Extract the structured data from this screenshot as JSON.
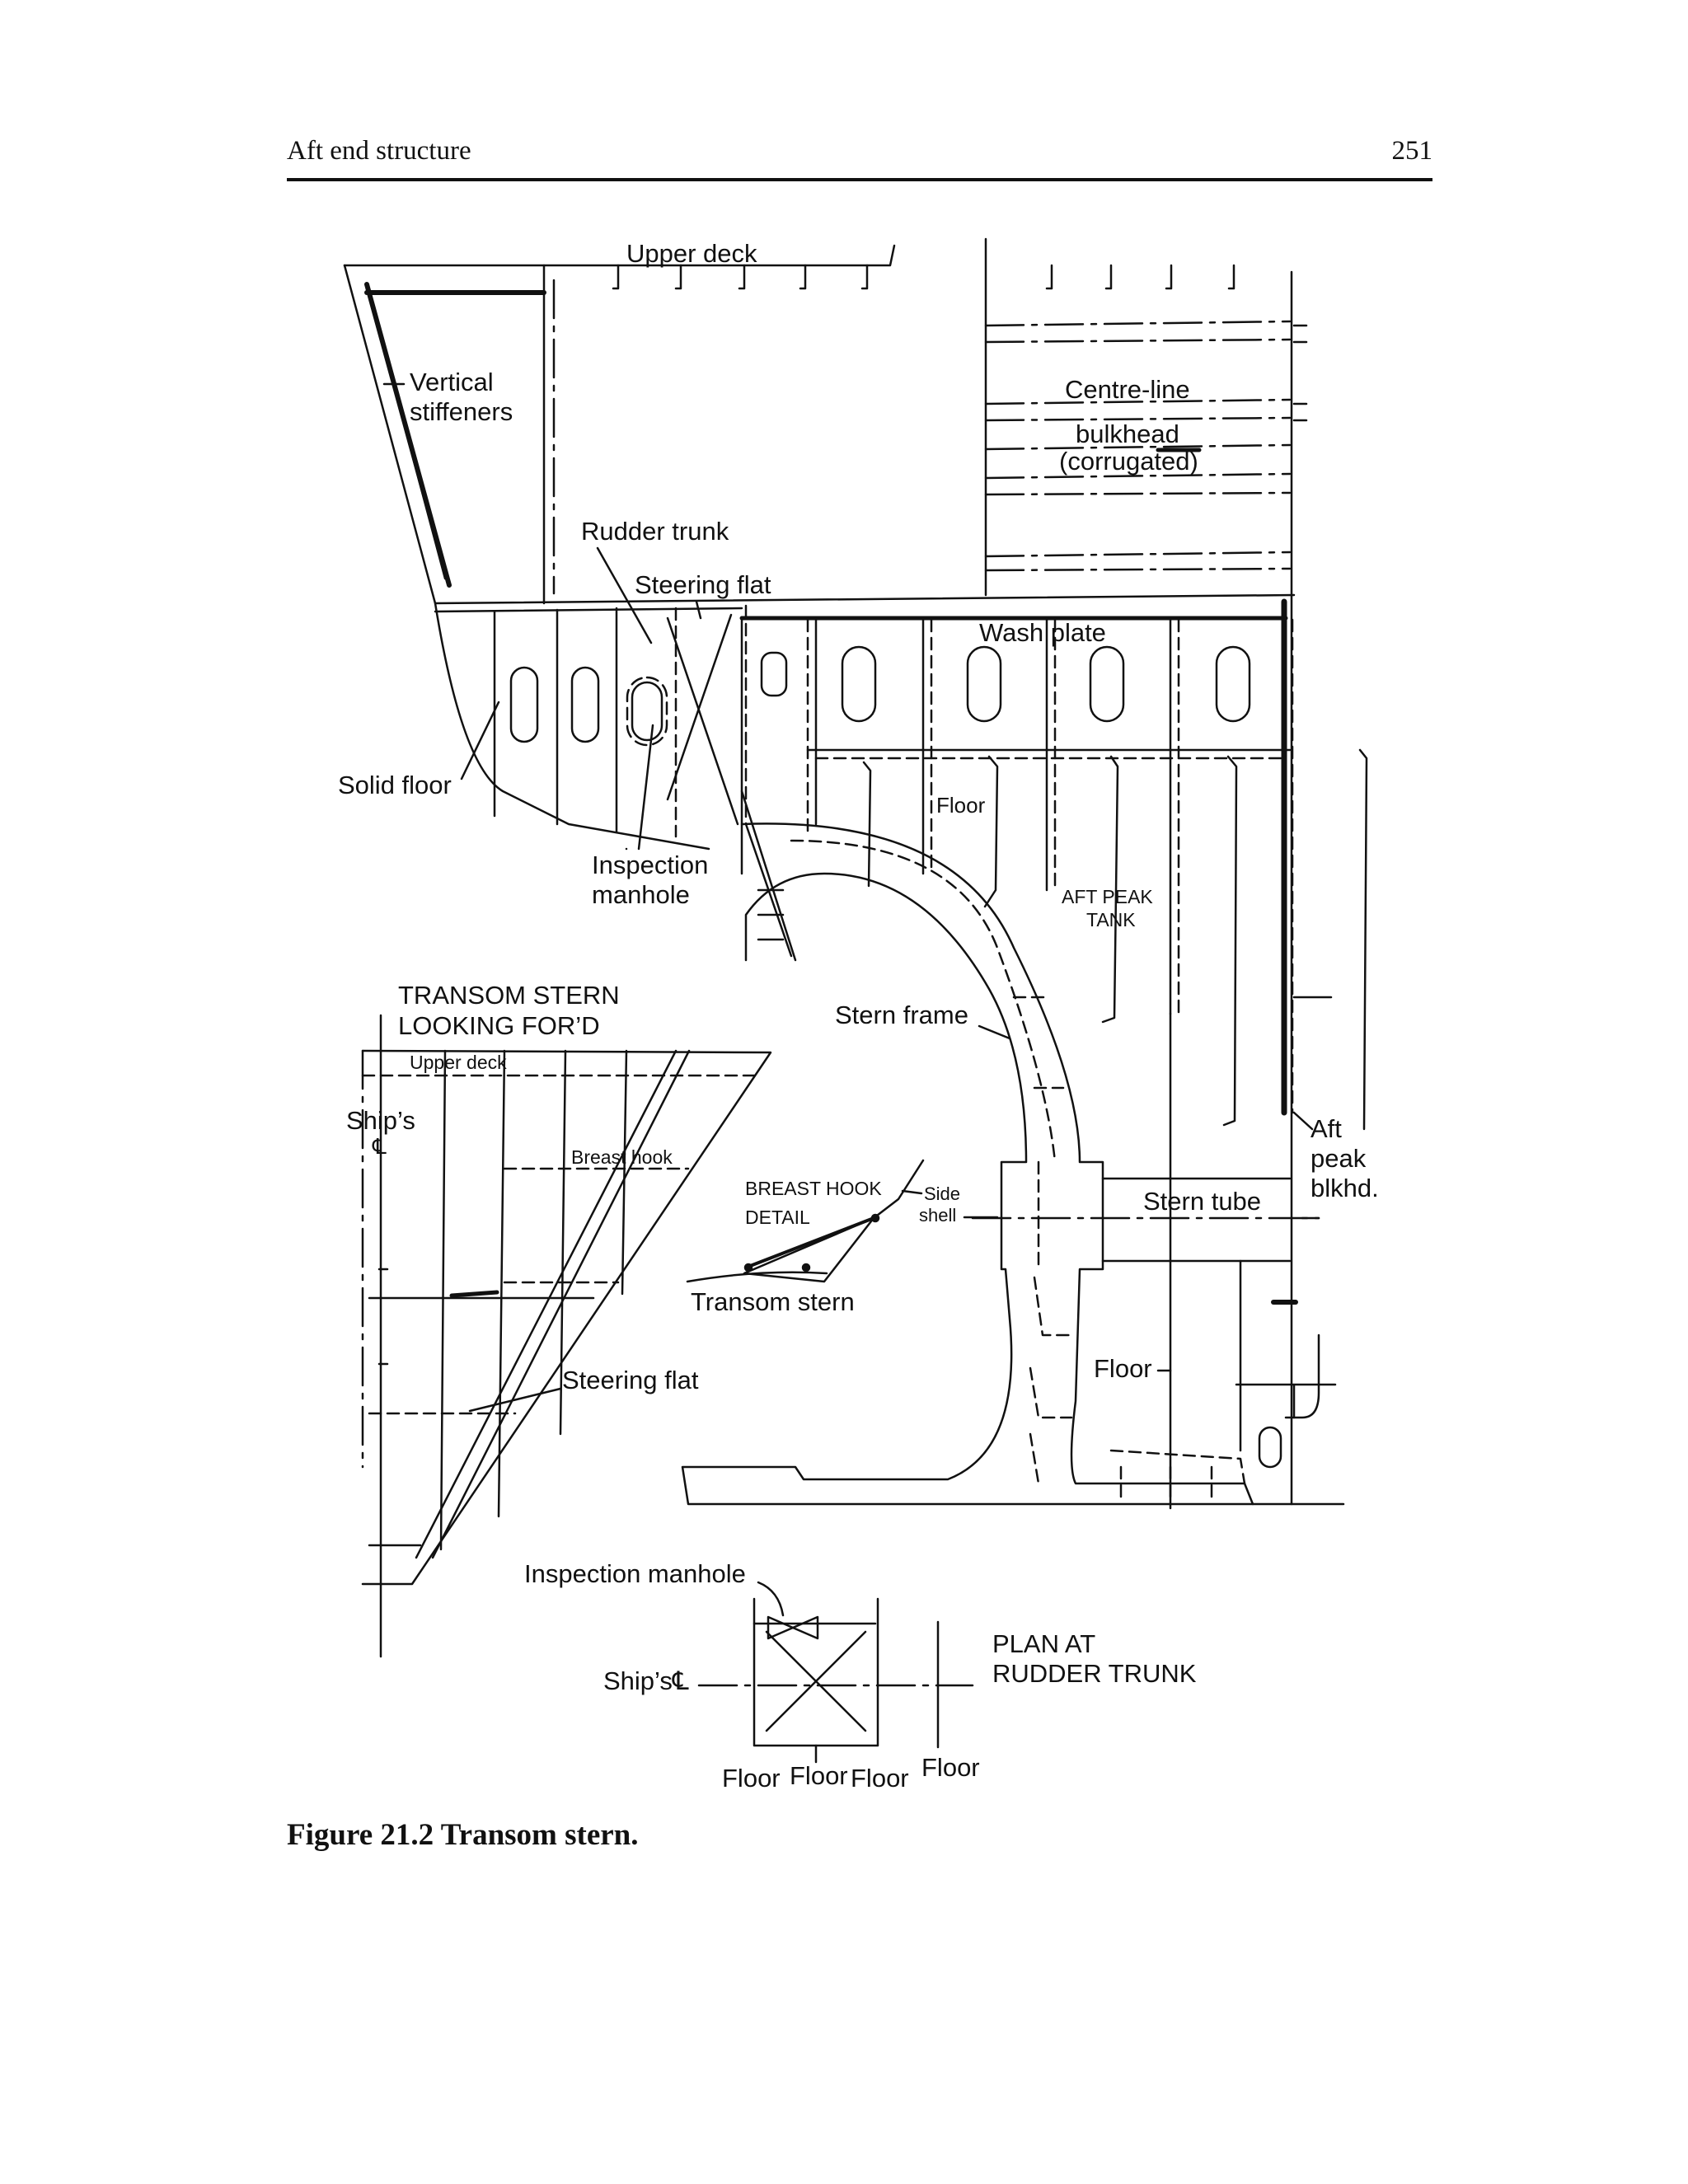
{
  "header": {
    "section_title": "Aft end structure",
    "page_number": "251"
  },
  "figure": {
    "main_view": {
      "upper_deck": "Upper deck",
      "vertical_stiffeners_1": "Vertical",
      "vertical_stiffeners_2": "stiffeners",
      "centre_line_1": "Centre-line",
      "centre_line_2": "bulkhead",
      "centre_line_3": "(corrugated)",
      "rudder_trunk": "Rudder trunk",
      "steering_flat": "Steering flat",
      "wash_plate": "Wash  plate",
      "solid_floor": "Solid floor",
      "floor_top": "Floor",
      "inspection_manhole_1": "Inspection",
      "inspection_manhole_2": "manhole",
      "aft_peak_tank_1": "AFT   PEAK",
      "aft_peak_tank_2": "TANK",
      "stern_frame": "Stern frame",
      "aft_peak_blkhd_1": "Aft",
      "aft_peak_blkhd_2": "peak",
      "aft_peak_blkhd_3": "blkhd.",
      "stern_tube": "Stern tube",
      "floor_lower": "Floor"
    },
    "transom_view": {
      "title_1": "TRANSOM STERN",
      "title_2": "LOOKING FOR’D",
      "upper_deck": "Upper deck",
      "ships_cl_1": "Ship’s",
      "ships_cl_2": "℄",
      "breast_hook": "Breast hook",
      "steering_flat": "Steering flat"
    },
    "breast_hook_detail": {
      "title_1": "BREAST HOOK",
      "title_2": "DETAIL",
      "side_shell_1": "Side",
      "side_shell_2": "shell",
      "transom_stern": "Transom stern"
    },
    "plan_view": {
      "inspection_manhole": "Inspection manhole",
      "ships_cl": "Ship’s℄",
      "title_1": "PLAN AT",
      "title_2": "RUDDER TRUNK",
      "floor_1": "Floor",
      "floor_2": "Floor",
      "floor_3": "Floor",
      "floor_4": "Floor"
    }
  },
  "caption": {
    "text": "Figure 21.2  Transom stern."
  }
}
